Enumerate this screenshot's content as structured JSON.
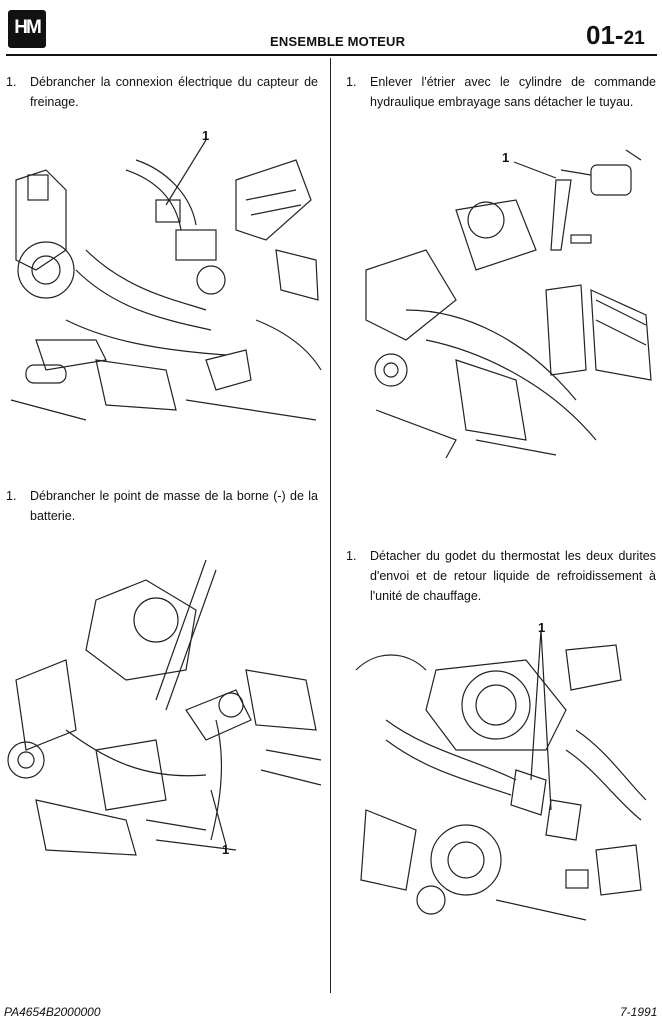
{
  "header": {
    "logo_text": "HM",
    "section_title": "ENSEMBLE MOTEUR",
    "chapter": "01",
    "separator": "-",
    "page": "21"
  },
  "left_column": {
    "step1": {
      "number": "1.",
      "text": "Débrancher la connexion électrique du capteur de freinage.",
      "callout": "1"
    },
    "step2": {
      "number": "1.",
      "text": "Débrancher le point de masse de la borne (-) de la batterie.",
      "callout": "1"
    }
  },
  "right_column": {
    "step1": {
      "number": "1.",
      "text": "Enlever l'étrier avec le cylindre de commande hydraulique embrayage sans détacher le tuyau.",
      "callout": "1"
    },
    "step2": {
      "number": "1.",
      "text": "Détacher du godet du thermostat les deux durites d'envoi et de retour liquide de refroidissement à l'unité de chauffage.",
      "callout": "1"
    }
  },
  "footer": {
    "code": "PA4654B2000000",
    "date": "7-1991"
  }
}
